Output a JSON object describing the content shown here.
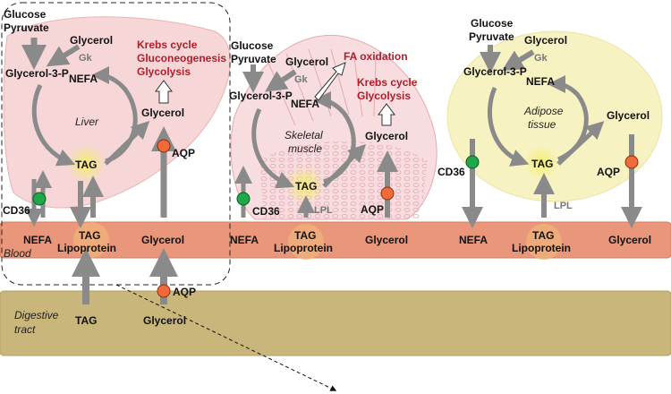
{
  "colors": {
    "blood": "#e9967a",
    "digestive": "#c8b67a",
    "liver": "#f6d6d6",
    "muscle": "#f7dde0",
    "adipose": "#f7f2c2",
    "arrow": "#8a8a8a",
    "red_text": "#b01e2a",
    "cd36": "#1fa84a",
    "aqp": "#f06a3a",
    "tag_glow": "#f3ef6a"
  },
  "layers": {
    "blood": "Blood",
    "digestive": "Digestive tract"
  },
  "liver": {
    "organ": "Liver",
    "glucose": "Glucose",
    "pyruvate": "Pyruvate",
    "glycerol_in": "Glycerol",
    "gk": "Gk",
    "glycerol3p": "Glycerol-3-P",
    "nefa": "NEFA",
    "tag": "TAG",
    "glycerol_out": "Glycerol",
    "aqp": "AQP",
    "cd36": "CD36",
    "pathways": [
      "Krebs cycle",
      "Gluconeogenesis",
      "Glycolysis"
    ]
  },
  "muscle": {
    "organ_line1": "Skeletal",
    "organ_line2": "muscle",
    "glucose": "Glucose",
    "pyruvate": "Pyruvate",
    "glycerol_in": "Glycerol",
    "gk": "Gk",
    "glycerol3p": "Glycerol-3-P",
    "nefa": "NEFA",
    "tag": "TAG",
    "glycerol_out": "Glycerol",
    "aqp": "AQP",
    "cd36": "CD36",
    "lpl": "LPL",
    "fa_oxidation": "FA oxidation",
    "pathways": [
      "Krebs cycle",
      "Glycolysis"
    ]
  },
  "adipose": {
    "organ_line1": "Adipose",
    "organ_line2": "tissue",
    "glucose": "Glucose",
    "pyruvate": "Pyruvate",
    "glycerol_in": "Glycerol",
    "gk": "Gk",
    "glycerol3p": "Glycerol-3-P",
    "nefa": "NEFA",
    "tag": "TAG",
    "glycerol_out": "Glycerol",
    "aqp": "AQP",
    "cd36": "CD36",
    "lpl": "LPL"
  },
  "blood_labels": {
    "liver_nefa": "NEFA",
    "liver_tag": "TAG",
    "liver_lipo": "Lipoprotein",
    "liver_glycerol": "Glycerol",
    "muscle_nefa": "NEFA",
    "muscle_tag": "TAG",
    "muscle_lipo": "Lipoprotein",
    "muscle_glycerol": "Glycerol",
    "adipose_nefa": "NEFA",
    "adipose_tag": "TAG",
    "adipose_lipo": "Lipoprotein",
    "adipose_glycerol": "Glycerol"
  },
  "gut": {
    "tag": "TAG",
    "glycerol": "Glycerol",
    "aqp": "AQP"
  }
}
